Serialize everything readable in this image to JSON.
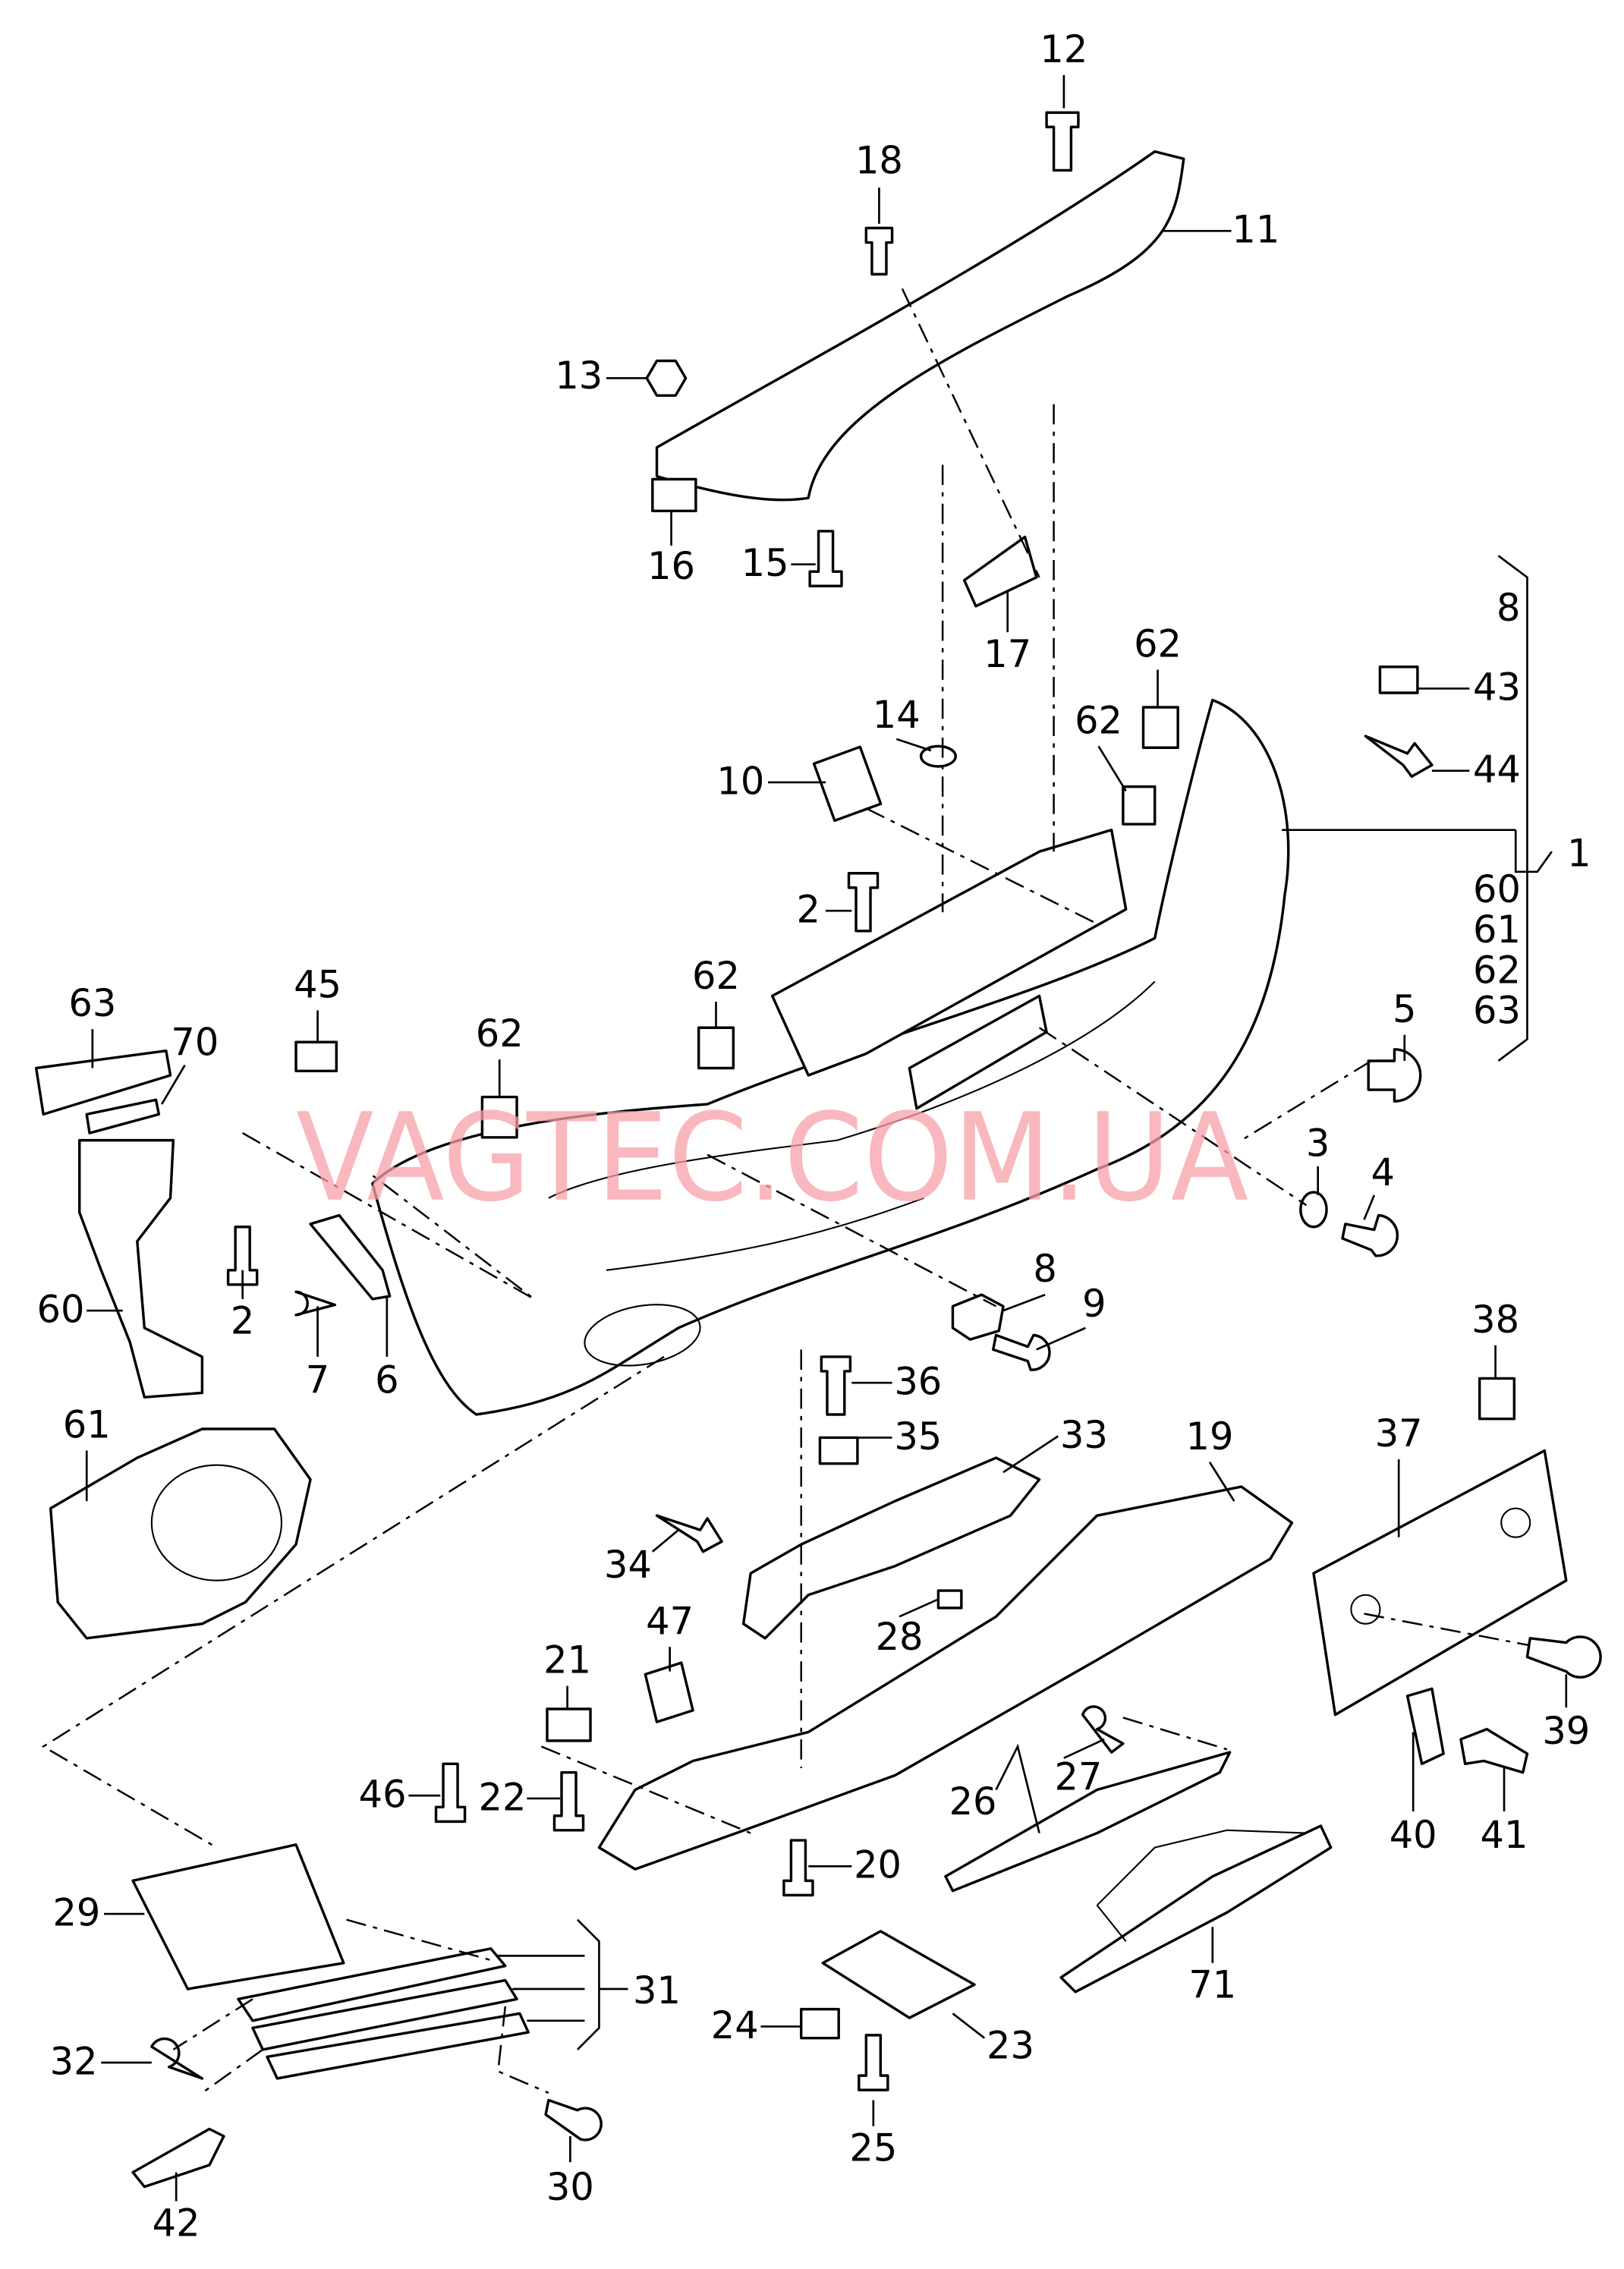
{
  "diagram": {
    "title": "Rear bumper parts diagram",
    "watermark": "VAGTEC.COM.UA",
    "watermark_color": "#f7a0a8",
    "callouts": [
      "12",
      "18",
      "11",
      "13",
      "16",
      "15",
      "17",
      "8",
      "43",
      "44",
      "1",
      "60",
      "61",
      "62",
      "63",
      "62",
      "62",
      "14",
      "10",
      "2",
      "62",
      "62",
      "45",
      "63",
      "70",
      "5",
      "3",
      "4",
      "2",
      "7",
      "6",
      "60",
      "8",
      "9",
      "36",
      "35",
      "33",
      "19",
      "38",
      "37",
      "61",
      "34",
      "47",
      "28",
      "21",
      "39",
      "46",
      "22",
      "27",
      "26",
      "40",
      "41",
      "20",
      "29",
      "31",
      "71",
      "24",
      "23",
      "32",
      "30",
      "25",
      "42"
    ]
  }
}
